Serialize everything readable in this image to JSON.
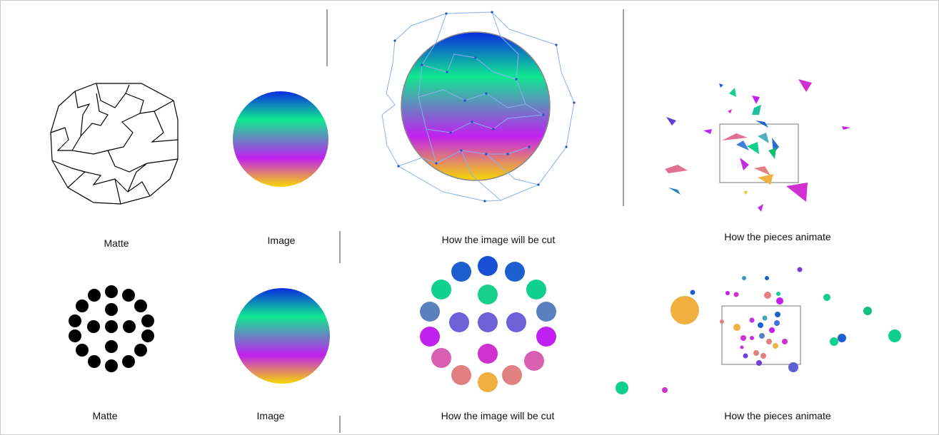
{
  "panels": {
    "matte_label": "Matte",
    "image_label": "Image",
    "cut_label": "How the image will be cut",
    "animate_label": "How the pieces animate"
  },
  "gradient": {
    "colors": [
      "#0a2be0",
      "#10e890",
      "#c020f0",
      "#f8d800"
    ]
  },
  "rows": [
    {
      "matte_type": "shattered-pieces"
    },
    {
      "matte_type": "dots"
    }
  ]
}
